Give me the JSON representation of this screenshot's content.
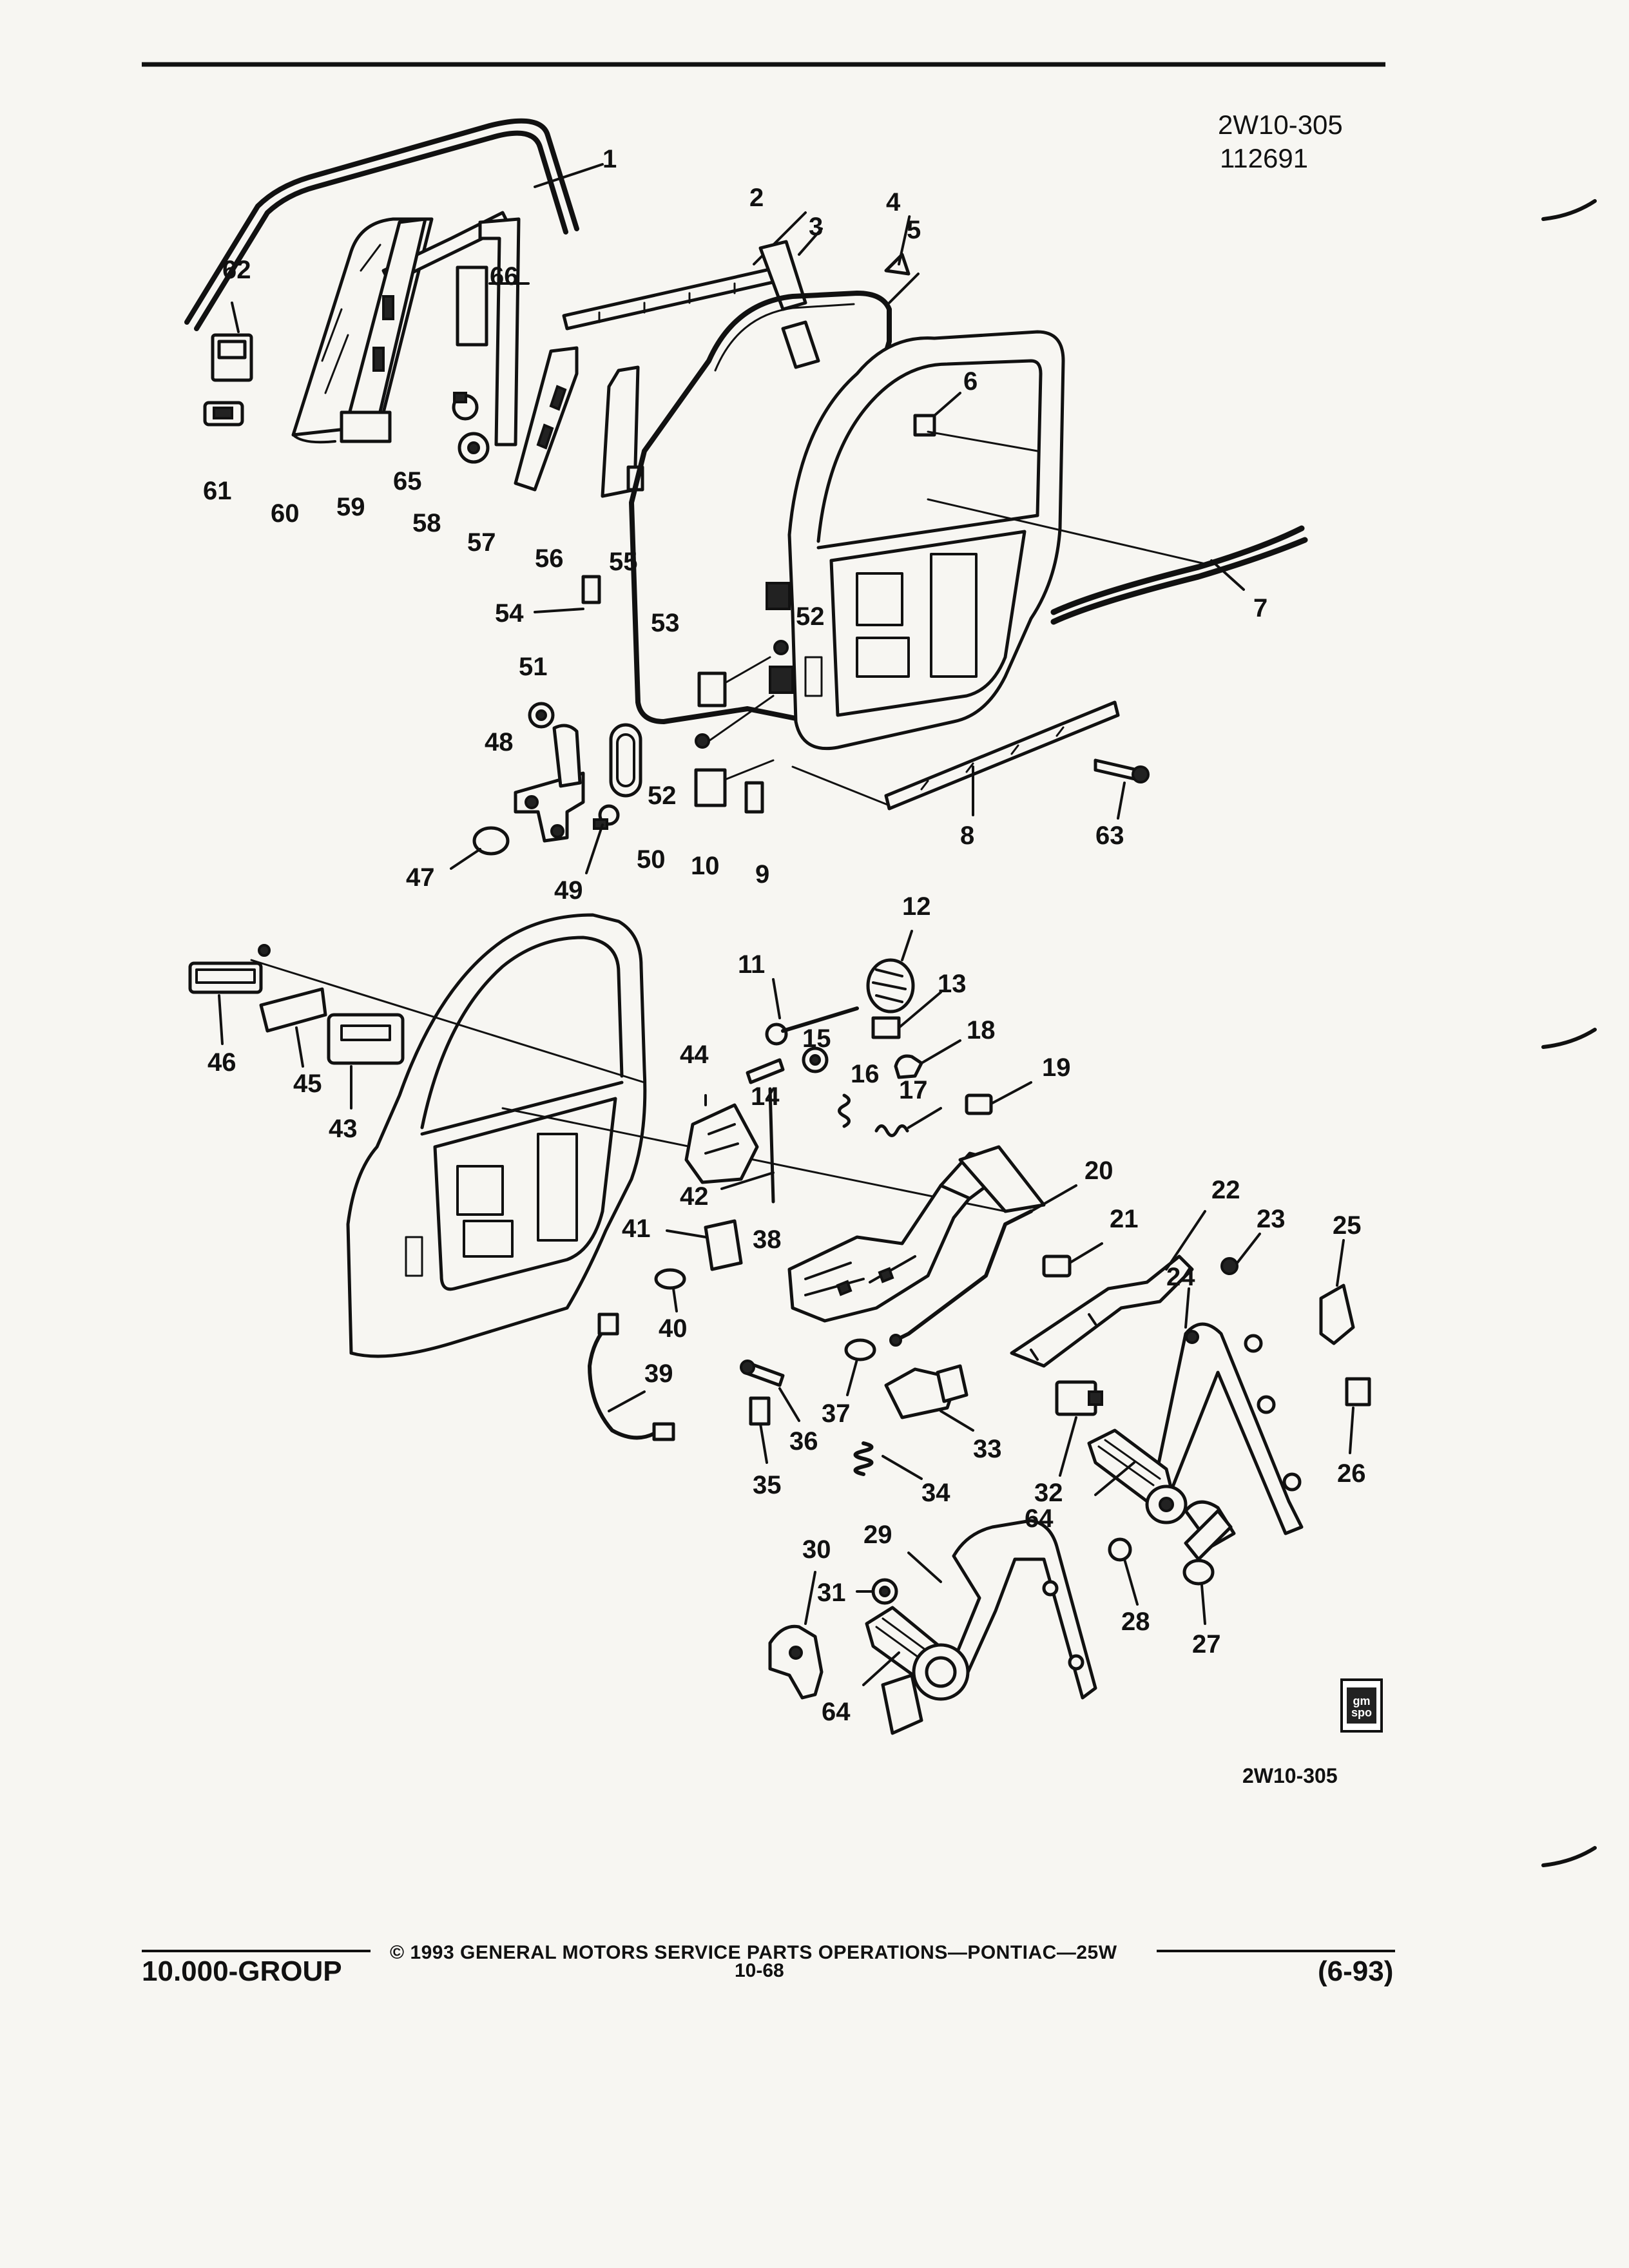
{
  "document": {
    "diagram_id": "2W10-305",
    "diagram_date": "112691",
    "bottom_id": "2W10-305",
    "group": "10.000-GROUP",
    "copyright": "© 1993 GENERAL MOTORS SERVICE PARTS OPERATIONS—PONTIAC—25W",
    "page_number": "10-68",
    "revision": "(6-93)",
    "logo_text": "gm spo"
  },
  "callouts": {
    "c1": "1",
    "c2": "2",
    "c3": "3",
    "c4": "4",
    "c5": "5",
    "c6": "6",
    "c7": "7",
    "c8": "8",
    "c9": "9",
    "c10": "10",
    "c11": "11",
    "c12": "12",
    "c13": "13",
    "c14": "14",
    "c15": "15",
    "c16": "16",
    "c17": "17",
    "c18": "18",
    "c19": "19",
    "c20": "20",
    "c21": "21",
    "c22": "22",
    "c23": "23",
    "c24": "24",
    "c25": "25",
    "c26": "26",
    "c27": "27",
    "c28": "28",
    "c29": "29",
    "c30": "30",
    "c31": "31",
    "c32": "32",
    "c33": "33",
    "c34": "34",
    "c35": "35",
    "c36": "36",
    "c37": "37",
    "c38": "38",
    "c39": "39",
    "c40": "40",
    "c41": "41",
    "c42": "42",
    "c43": "43",
    "c44": "44",
    "c45": "45",
    "c46": "46",
    "c47": "47",
    "c48": "48",
    "c49": "49",
    "c50": "50",
    "c51": "51",
    "c52": "52",
    "c53": "53",
    "c54": "54",
    "c55": "55",
    "c56": "56",
    "c57": "57",
    "c58": "58",
    "c59": "59",
    "c60": "60",
    "c61": "61",
    "c62": "62",
    "c63": "63",
    "c64": "64",
    "c65": "65",
    "c66": "66"
  }
}
